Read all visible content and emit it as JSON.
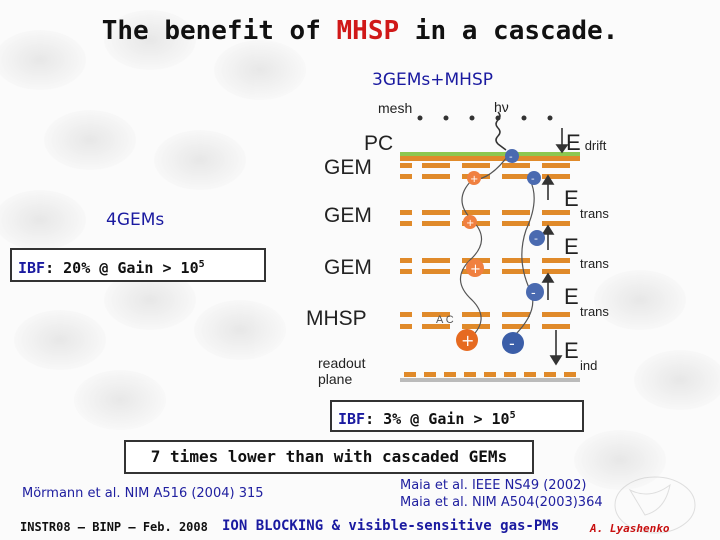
{
  "title": {
    "prefix": "The benefit of ",
    "highlight": "MHSP",
    "suffix": " in a cascade."
  },
  "left_label": "4GEMs",
  "left_box": {
    "ibf": "IBF",
    "rest": ": 20% @ Gain > 10",
    "exp": "5"
  },
  "right_box": {
    "ibf": "IBF",
    "rest": ": 3% @ Gain > 10",
    "exp": "5"
  },
  "diagram": {
    "heading": "3GEMs+MHSP",
    "mesh": "mesh",
    "photon": "hν",
    "layers": [
      "PC",
      "GEM",
      "GEM",
      "GEM",
      "MHSP"
    ],
    "readout_line1": "readout",
    "readout_line2": "plane",
    "ac": "A C",
    "fields": [
      {
        "E": "E",
        "sub": "drift"
      },
      {
        "E": "E",
        "sub": "trans"
      },
      {
        "E": "E",
        "sub": "trans"
      },
      {
        "E": "E",
        "sub": "trans"
      },
      {
        "E": "E",
        "sub": "ind"
      }
    ]
  },
  "banner": "7 times lower than with cascaded GEMs",
  "refs": {
    "left": "Mörmann et al. NIM A516 (2004) 315",
    "right_line1": "Maia et al. IEEE NS49 (2002)",
    "right_line2": "Maia et al. NIM A504(2003)364"
  },
  "footer": {
    "left": "INSTR08 – BINP – Feb. 2008",
    "center": "ION BLOCKING & visible-sensitive gas-PMs",
    "right": "A. Lyashenko"
  },
  "colors": {
    "accent_red": "#d01818",
    "ibf_blue": "#1a1aa0",
    "ion_red": "#e03010",
    "electron_blue": "#3b5ea8"
  }
}
